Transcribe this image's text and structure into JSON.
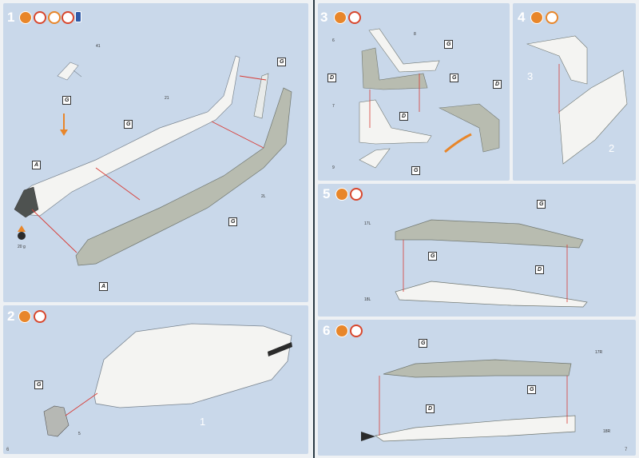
{
  "steps": [
    {
      "number": "1"
    },
    {
      "number": "2"
    },
    {
      "number": "3"
    },
    {
      "number": "4"
    },
    {
      "number": "5"
    },
    {
      "number": "6"
    }
  ],
  "paint_tags": {
    "g": "G",
    "d": "D",
    "a": "A"
  },
  "part_numbers": {
    "p21": "21",
    "p2l": "2L",
    "p1": "1",
    "p5": "5",
    "p6": "6",
    "p7": "7",
    "p8": "8",
    "p9": "9",
    "p3": "3",
    "p2": "2",
    "p17l": "17L",
    "p18l": "18L",
    "p17r": "17R",
    "p18r": "18R",
    "p41": "41"
  },
  "weight_label": "20 g",
  "page_numbers": {
    "left": "6",
    "right": "7"
  },
  "colors": {
    "step_bg": "#c9d8ea",
    "primer_grey": "#b8bcb0",
    "white": "#f4f4f2",
    "arrow": "#d83b35",
    "orange": "#e8862a"
  }
}
